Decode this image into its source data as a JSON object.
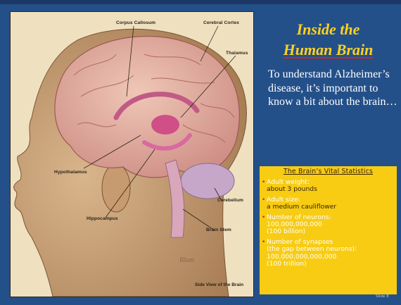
{
  "slide": {
    "title_line1": "Inside the",
    "title_line2": "Human Brain",
    "intro": "To understand Alzheimer’s disease, it’s important to know a bit about the brain…",
    "slide_number": "Slide 8"
  },
  "illustration": {
    "labels": {
      "corpus_callosum": "Corpus Callosum",
      "cerebral_cortex": "Cerebral Cortex",
      "thalamus": "Thalamus",
      "hypothalamus": "Hypothalamus",
      "cerebellum": "Cerebellum",
      "hippocampus": "Hippocampus",
      "brain_stem": "Brain Stem"
    },
    "caption": "Side View of the Brain"
  },
  "stats": {
    "title": "The Brain’s Vital Statistics",
    "items": [
      {
        "line1": "Adult weight:",
        "line2": "about 3 pounds"
      },
      {
        "line1": "Adult size:",
        "line2": "a medium cauliflower"
      },
      {
        "line1": "Number of neurons:",
        "line2": "100,000,000,000",
        "line3": "(100 billion)"
      },
      {
        "line1": "Number of synapses",
        "line2": "(the gap between neurons):",
        "line3": "100,000,000,000,000",
        "line4": "(100 trillion)"
      }
    ]
  },
  "colors": {
    "background": "#245089",
    "title": "#ffd21f",
    "stats_box": "#f7cc13",
    "bullet": "#d9241c"
  }
}
